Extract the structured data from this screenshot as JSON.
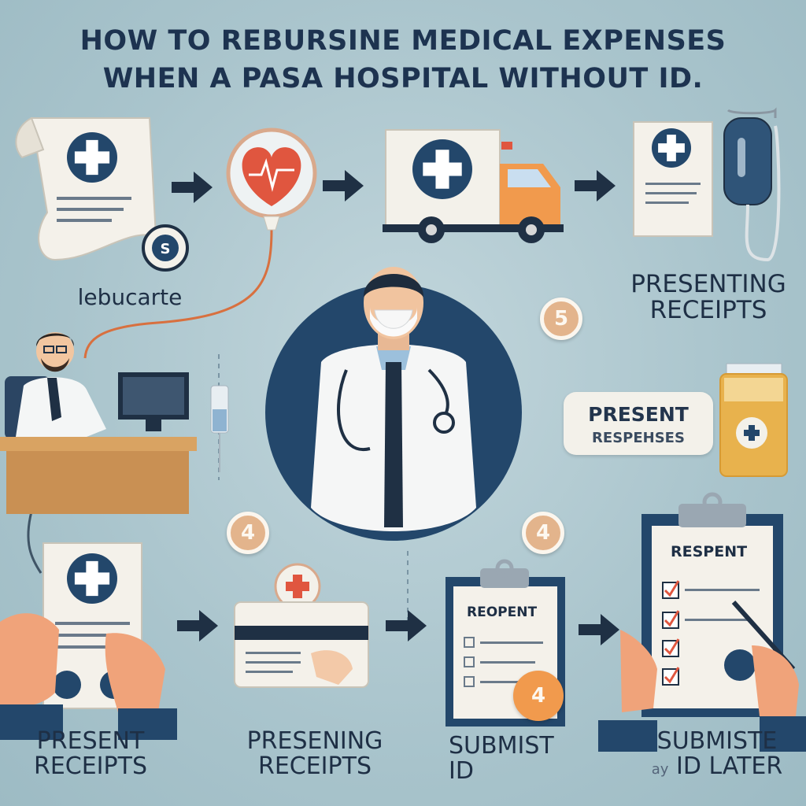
{
  "title": {
    "line1": "HOW TO  REBURSINE MEDICAL EXPENSES",
    "line2": "WHEN A PASA HOSPITAL  WITHOUT ID."
  },
  "labels": {
    "top_left": "lebucarte",
    "top_right_line1": "PRESENTING",
    "top_right_line2": "RECEIPTS",
    "bottom_1_line1": "PRESENT",
    "bottom_1_line2": "RECEIPTS",
    "bottom_2_line1": "PRESENING",
    "bottom_2_line2": "RECEIPTS",
    "bottom_3_line1": "SUBMIST",
    "bottom_3_line2": "ID",
    "bottom_4_line1": "SUBMISTE",
    "bottom_4_line2": "ID LATER",
    "bottom_4_prefix": "ay"
  },
  "pill": {
    "line1": "PRESENT",
    "line2": "RESPEHSES"
  },
  "badges": {
    "right": "5",
    "bottom_left": "4",
    "bottom_mid": "4",
    "clipboard": "4"
  },
  "clipboards": {
    "left_title": "REOPENT",
    "right_title": "RESPENT"
  },
  "colors": {
    "navy": "#1d3350",
    "medical_blue": "#23476b",
    "accent_red": "#e0563f",
    "accent_orange": "#f19a4d",
    "badge": "#e3b48c",
    "background": "#a9c4cc"
  },
  "icons": {
    "medical_cross": "medical-cross-icon",
    "heart": "heart-icon",
    "truck": "delivery-truck-icon",
    "arrow": "arrow-right-icon",
    "checkbox": "checkbox-icon"
  }
}
